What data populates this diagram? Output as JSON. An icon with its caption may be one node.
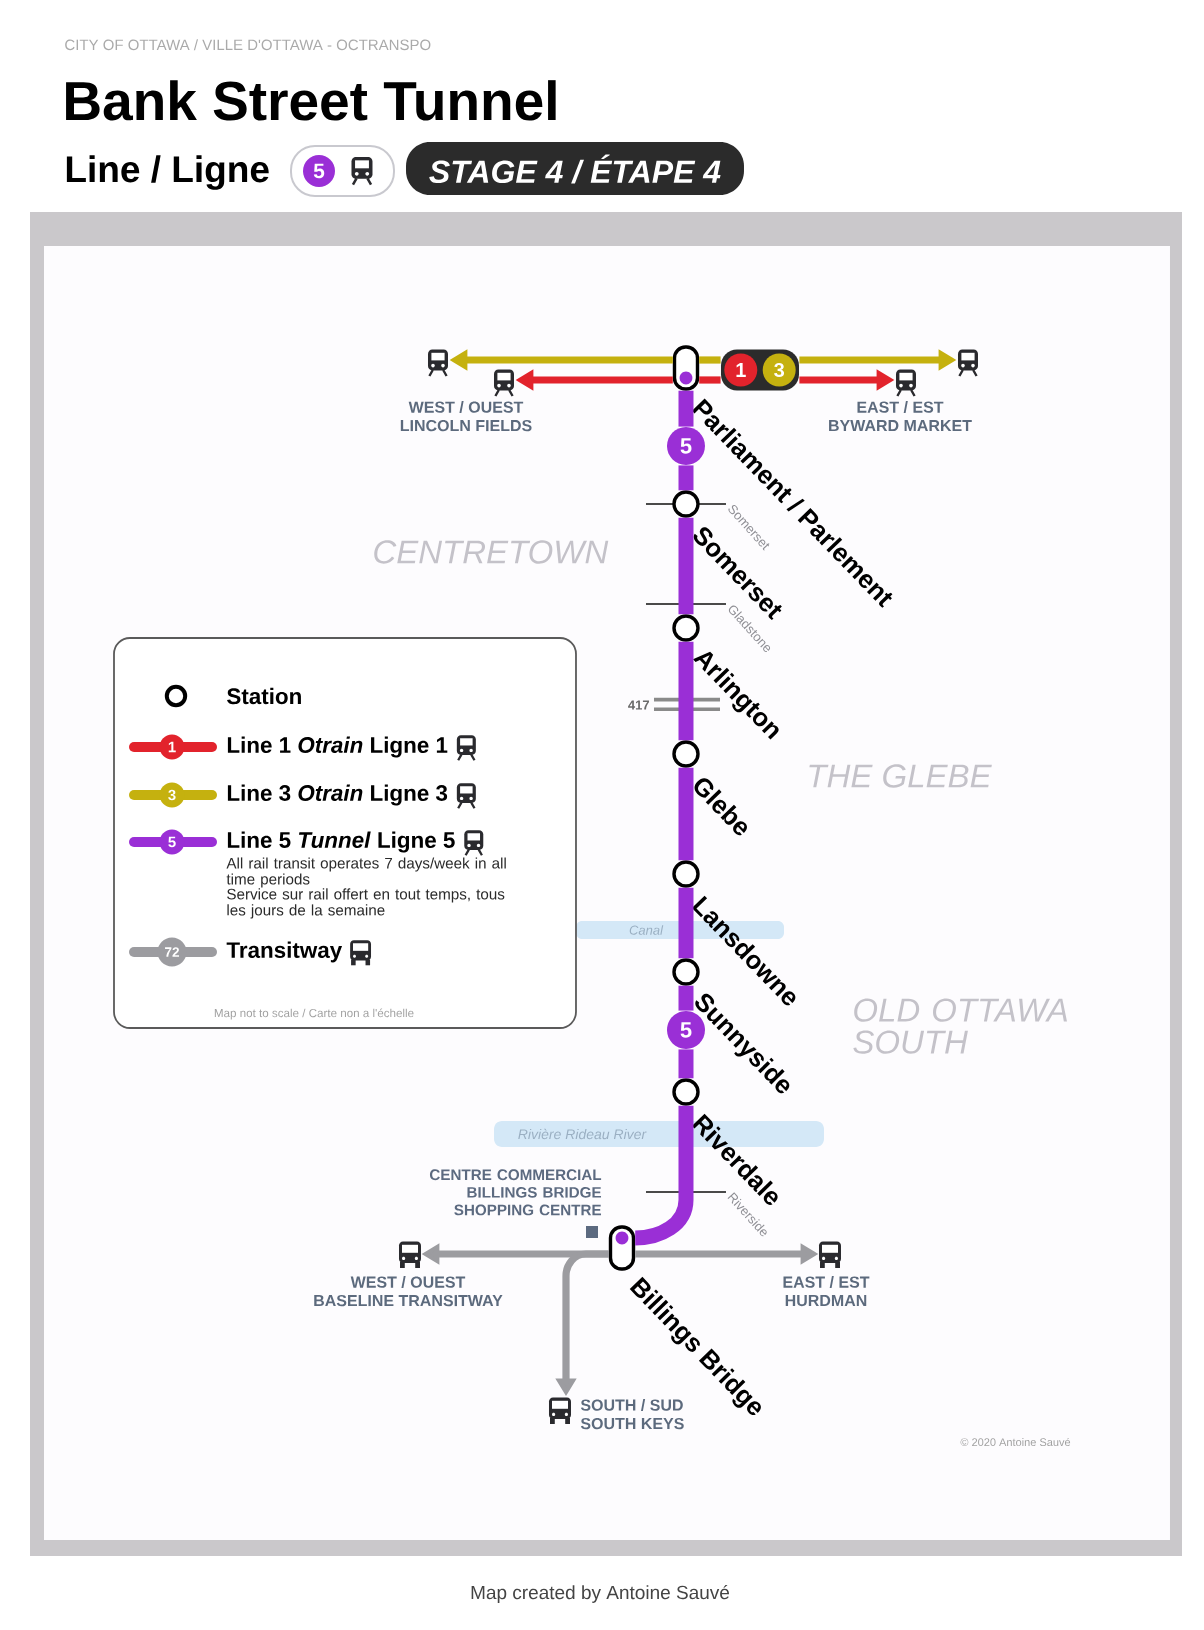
{
  "diagram": {
    "title": "Bank Street Tunnel",
    "caption": "Map created by Antoine Sauvé",
    "nodes": [
      {
        "text": [],
        "shape": "picture"
      },
      {
        "text": [
          "WEST / OUEST",
          "LINCOLN FIELDS"
        ]
      },
      {
        "text": [
          "Parliament / Parlement"
        ]
      },
      {
        "text": [],
        "shape": "box"
      },
      {
        "text": [
          "1"
        ],
        "in": 3
      },
      {
        "text": [
          "3"
        ],
        "in": 3
      },
      {
        "text": [
          "EAST / EST",
          "BYWARD MARKET"
        ]
      },
      {
        "text": [],
        "shape": "picture"
      },
      {
        "text": [
          "5"
        ]
      },
      {
        "text": [
          "Somerset"
        ]
      },
      {
        "text": [
          "Arlington"
        ]
      },
      {
        "text": [
          "Glebe"
        ]
      },
      {
        "text": [
          "Lansdowne"
        ]
      },
      {
        "text": [
          "Sunnyside"
        ]
      },
      {
        "text": [
          "5"
        ]
      },
      {
        "text": [
          "Riverdale"
        ]
      },
      {
        "text": [
          "Billings Bridge"
        ],
        "beside": [
          "CENTRE COMMERCIAL BILLINGS BRIDGE SHOPPING CENTRE"
        ]
      },
      {
        "text": [
          "WEST / OUEST",
          "BASELINE TRANSITWAY"
        ]
      },
      {
        "text": [
          "EAST / EST",
          "HURDMAN"
        ]
      },
      {
        "text": [
          "SOUTH / SUD",
          "SOUTH KEYS"
        ]
      }
    ],
    "edges": [
      {
        "from": 2,
        "to": 0,
        "arrow": "to",
        "color": "#c5b10f"
      },
      {
        "from": 2,
        "to": 1,
        "arrow": "to",
        "color": "#e2232c"
      },
      {
        "from": 2,
        "to": 3,
        "arrow": "none",
        "color": "#e2232c"
      },
      {
        "from": 2,
        "to": 3,
        "arrow": "none",
        "color": "#c5b10f"
      },
      {
        "from": 3,
        "to": 6,
        "arrow": "to",
        "color": "#e2232c"
      },
      {
        "from": 3,
        "to": 7,
        "arrow": "to",
        "color": "#c5b10f"
      },
      {
        "from": 2,
        "to": 8,
        "arrow": "none",
        "style": "thick"
      },
      {
        "from": 8,
        "to": 9,
        "arrow": "none",
        "style": "thick"
      },
      {
        "from": 9,
        "to": 10,
        "arrow": "none",
        "style": "thick"
      },
      {
        "from": 10,
        "to": 11,
        "arrow": "none",
        "style": "thick"
      },
      {
        "from": 11,
        "to": 12,
        "arrow": "none",
        "style": "thick"
      },
      {
        "from": 12,
        "to": 13,
        "arrow": "none",
        "style": "thick"
      },
      {
        "from": 13,
        "to": 14,
        "arrow": "none",
        "style": "thick"
      },
      {
        "from": 14,
        "to": 15,
        "arrow": "none",
        "style": "thick"
      },
      {
        "from": 15,
        "to": 16,
        "arrow": "none",
        "style": "thick"
      },
      {
        "from": 16,
        "to": 17,
        "arrow": "to",
        "color": "#9c9ca0"
      },
      {
        "from": 16,
        "to": 18,
        "arrow": "to",
        "color": "#9c9ca0"
      },
      {
        "from": 16,
        "to": 19,
        "arrow": "to",
        "color": "#9c9ca0"
      }
    ],
    "labels": [
      "CITY OF OTTAWA / VILLE D'OTTAWA - OCTRANSPO",
      "Line / Ligne",
      "5",
      "STAGE 4 / ÉTAPE 4",
      "CENTRETOWN",
      "Somerset",
      "Gladstone",
      "417",
      "THE GLEBE",
      "1",
      "3",
      "5",
      "All rail transit operates 7 days/week in all time periods",
      "Service sur rail offert en tout temps, tous les jours de la semaine",
      "Canal",
      "72",
      "Map not to scale / Carte non a l'échelle",
      "OLD OTTAWA SOUTH",
      "Rivière Rideau River",
      "Riverside",
      "© 2020 Antoine Sauvé"
    ],
    "legend": [
      {
        "text": "Station"
      },
      {
        "text": "Line 1 *Otrain* Ligne 1"
      },
      {
        "text": "Line 3 *Otrain* Ligne 3"
      },
      {
        "text": "Line 5 *Tunnel* Ligne 5"
      },
      {
        "text": "Transitway"
      }
    ]
  }
}
